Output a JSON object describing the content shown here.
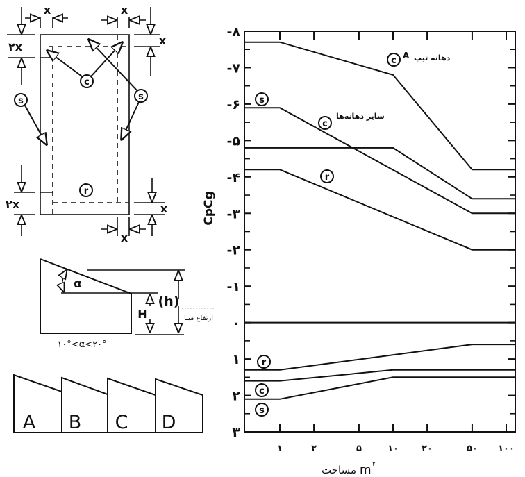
{
  "chart_data": {
    "type": "line",
    "ylabel": "CpCg",
    "xlabel_text": "مساحت",
    "xlabel_unit": "m",
    "xlabel_sup": "۲",
    "xscale": "log",
    "xlim": [
      0.49,
      120
    ],
    "ylim": [
      -8,
      3
    ],
    "y_inverted": true,
    "x_ticks": [
      1,
      2,
      5,
      10,
      20,
      50,
      100
    ],
    "x_tick_labels": [
      "۱",
      "۲",
      "۵",
      "۱۰",
      "۲۰",
      "۵۰",
      "۱۰۰"
    ],
    "y_ticks": [
      -8,
      -7,
      -6,
      -5,
      -4,
      -3,
      -2,
      -1,
      0,
      1,
      2,
      3
    ],
    "y_tick_labels": [
      "-۸",
      "-۷",
      "-۶",
      "-۵",
      "-۴",
      "-۳",
      "-۲",
      "-۱",
      "۰",
      "۱",
      "۲",
      "۳"
    ],
    "series": [
      {
        "name": "corner-A-negative",
        "label": "c",
        "x": [
          0.49,
          1,
          10,
          50,
          120
        ],
        "y": [
          -7.7,
          -7.7,
          -6.8,
          -4.2,
          -4.2
        ]
      },
      {
        "name": "side-negative",
        "label": "s",
        "x": [
          0.49,
          1,
          50,
          120
        ],
        "y": [
          -5.9,
          -5.9,
          -3.0,
          -3.0
        ]
      },
      {
        "name": "corner-other-negative",
        "label": "c",
        "x": [
          0.49,
          10,
          50,
          120
        ],
        "y": [
          -4.8,
          -4.8,
          -3.4,
          -3.4
        ]
      },
      {
        "name": "roof-negative",
        "label": "r",
        "x": [
          0.49,
          1,
          50,
          120
        ],
        "y": [
          -4.2,
          -4.2,
          -2.0,
          -2.0
        ]
      },
      {
        "name": "zero-line",
        "label": "",
        "x": [
          0.49,
          120
        ],
        "y": [
          0,
          0
        ]
      },
      {
        "name": "roof-positive",
        "label": "r",
        "x": [
          0.49,
          1,
          50,
          120
        ],
        "y": [
          1.3,
          1.3,
          0.6,
          0.6
        ]
      },
      {
        "name": "corner-positive",
        "label": "c",
        "x": [
          0.49,
          1,
          10,
          120
        ],
        "y": [
          1.6,
          1.6,
          1.3,
          1.3
        ]
      },
      {
        "name": "side-positive",
        "label": "s",
        "x": [
          0.49,
          1,
          10,
          120
        ],
        "y": [
          2.1,
          2.1,
          1.5,
          1.5
        ]
      }
    ],
    "annotations": {
      "corner_a_symbol": "c",
      "corner_a_text": "دهانه تیپ",
      "corner_a_sup": "A",
      "side_neg_symbol": "s",
      "other_symbol": "c",
      "other_text": "سایر دهانه‌ها",
      "roof_neg_symbol": "r",
      "roof_pos_symbol": "r",
      "corner_pos_symbol": "c",
      "side_pos_symbol": "s"
    }
  },
  "plan_diagram": {
    "dim_x": "x",
    "dim_2x": "۲x",
    "zone_c": "c",
    "zone_s": "s",
    "zone_r": "r"
  },
  "section_diagram": {
    "alpha": "α",
    "H": "H",
    "h": "(h)",
    "height_label": "ارتفاع مبنا",
    "angle_range": "۱۰°<α<۲۰°"
  },
  "sawtooth_diagram": {
    "spans": [
      "A",
      "B",
      "C",
      "D"
    ]
  }
}
